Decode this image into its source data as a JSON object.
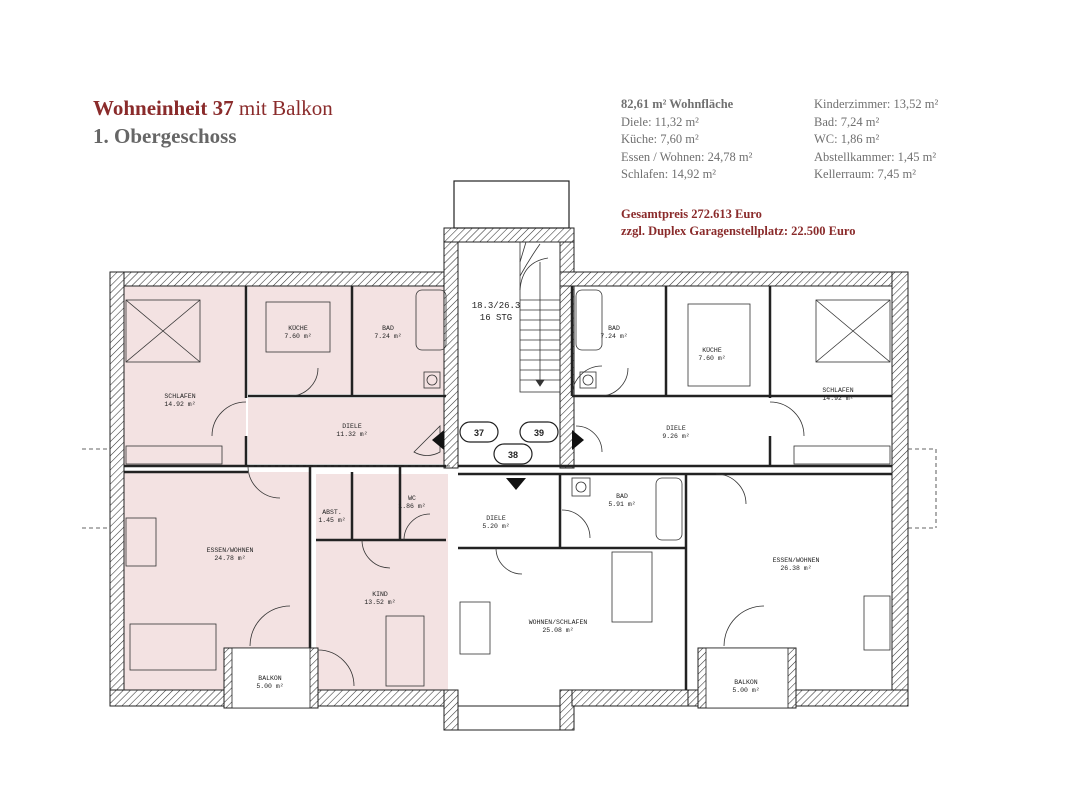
{
  "header": {
    "title_bold": "Wohneinheit 37",
    "title_rest": " mit Balkon",
    "subtitle": "1. Obergeschoss"
  },
  "areas_left": {
    "total": "82,61 m² Wohnfläche",
    "items": [
      "Diele: 11,32 m²",
      "Küche: 7,60 m²",
      "Essen / Wohnen: 24,78 m²",
      "Schlafen: 14,92 m²"
    ]
  },
  "areas_right": {
    "items": [
      "Kinderzimmer: 13,52 m²",
      "Bad: 7,24 m²",
      "WC: 1,86 m²",
      "Abstellkammer: 1,45 m²",
      "Kellerraum: 7,45 m²"
    ]
  },
  "price": {
    "total": "Gesamtpreis 272.613 Euro",
    "garage": "zzgl. Duplex Garagenstellplatz: 22.500 Euro"
  },
  "plan": {
    "units": [
      "37",
      "39",
      "38"
    ],
    "stairs": [
      "18.3/26.3",
      "16  STG"
    ],
    "rooms": [
      {
        "name": "SCHLAFEN",
        "area": "14.92  m²"
      },
      {
        "name": "KÜCHE",
        "area": "7.60  m²"
      },
      {
        "name": "BAD",
        "area": "7.24  m²"
      },
      {
        "name": "DIELE",
        "area": "11.32  m²"
      },
      {
        "name": "ESSEN/WOHNEN",
        "area": "24.78  m²"
      },
      {
        "name": "ABST.",
        "area": "1.45  m²"
      },
      {
        "name": "WC",
        "area": "1.86  m²"
      },
      {
        "name": "KIND",
        "area": "13.52  m²"
      },
      {
        "name": "BALKON",
        "area": "5.00  m²"
      },
      {
        "name": "BAD",
        "area": "7.24  m²"
      },
      {
        "name": "KÜCHE",
        "area": "7.60  m²"
      },
      {
        "name": "SCHLAFEN",
        "area": "14.92  m²"
      },
      {
        "name": "DIELE",
        "area": "9.26  m²"
      },
      {
        "name": "DIELE",
        "area": "5.20  m²"
      },
      {
        "name": "BAD",
        "area": "5.91  m²"
      },
      {
        "name": "WOHNEN/SCHLAFEN",
        "area": "25.08  m²"
      },
      {
        "name": "ESSEN/WOHNEN",
        "area": "26.38  m²"
      },
      {
        "name": "BALKON",
        "area": "5.00  m²"
      }
    ]
  }
}
